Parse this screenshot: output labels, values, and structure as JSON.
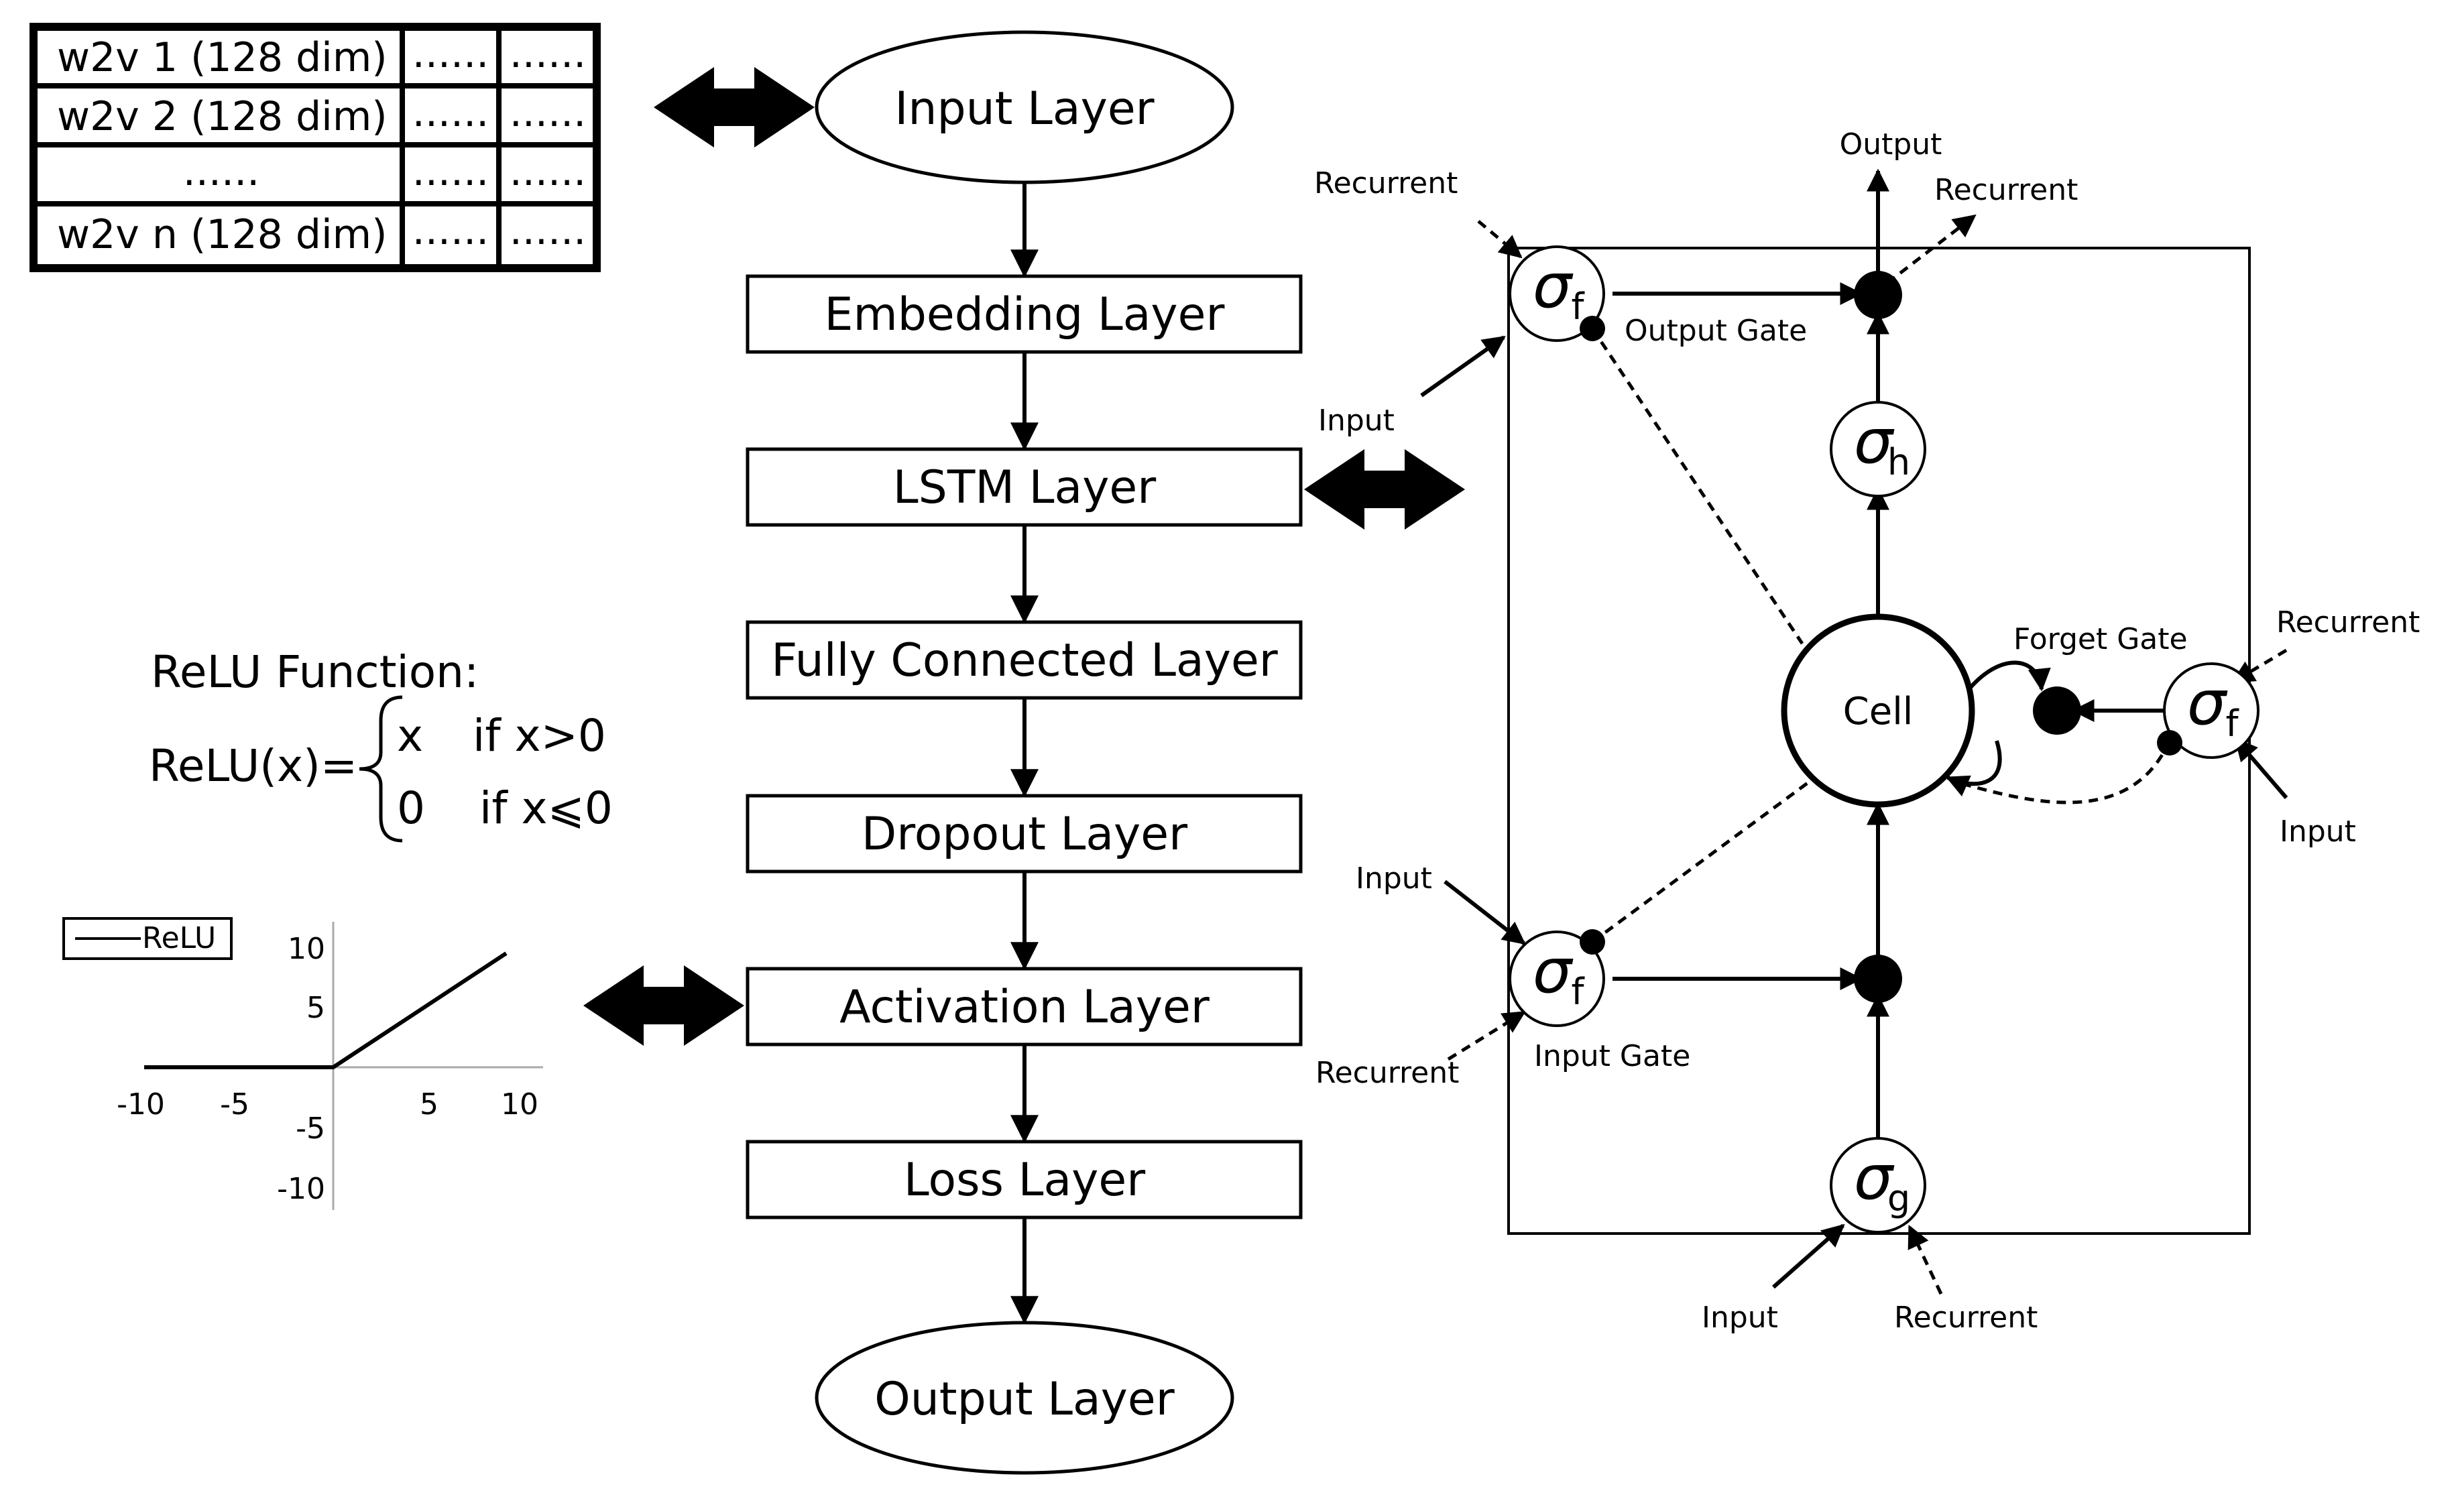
{
  "table": {
    "rows": [
      [
        "w2v 1 (128 dim)",
        "......",
        "......"
      ],
      [
        "w2v 2 (128 dim)",
        "......",
        "......"
      ],
      [
        "......",
        "......",
        "......"
      ],
      [
        "w2v n (128 dim)",
        "......",
        "......"
      ]
    ]
  },
  "pipeline": {
    "input": "Input Layer",
    "embedding": "Embedding Layer",
    "lstm": "LSTM Layer",
    "fully_connected": "Fully Connected Layer",
    "dropout": "Dropout Layer",
    "activation": "Activation Layer",
    "loss": "Loss Layer",
    "output": "Output Layer"
  },
  "relu": {
    "title": "ReLU Function:",
    "lhs": "ReLU(x)=",
    "case1_value": "x",
    "case1_cond": "if  x>0",
    "case2_value": "0",
    "case2_cond": "if  x⩽0",
    "legend": "ReLU",
    "x_ticks": [
      "-10",
      "-5",
      "5",
      "10"
    ],
    "y_ticks": [
      "10",
      "5",
      "-5",
      "-10"
    ]
  },
  "lstm_cell": {
    "cell": "Cell",
    "output_label": "Output",
    "output_gate": "Output Gate",
    "input_gate": "Input Gate",
    "forget_gate": "Forget Gate",
    "recurrent": "Recurrent",
    "input": "Input",
    "sigma": "σ",
    "sub_f": "f",
    "sub_h": "h",
    "sub_g": "g"
  },
  "colors": {
    "ink": "#000000",
    "background": "#ffffff"
  }
}
